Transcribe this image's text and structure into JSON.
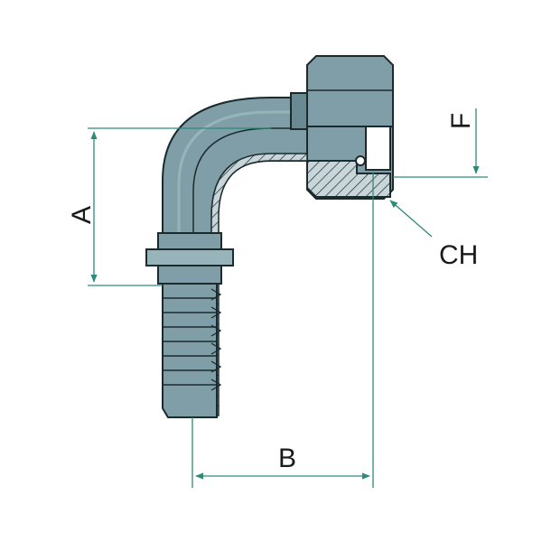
{
  "labels": {
    "a": "A",
    "b": "B",
    "f": "F",
    "ch": "CH"
  },
  "colors": {
    "steel": "#7f9ea7",
    "steel_dark": "#6a8a93",
    "steel_light": "#98b4bb",
    "outline": "#1b2a2d",
    "section": "#c8d6d9",
    "dimension": "#2e8b7a"
  }
}
